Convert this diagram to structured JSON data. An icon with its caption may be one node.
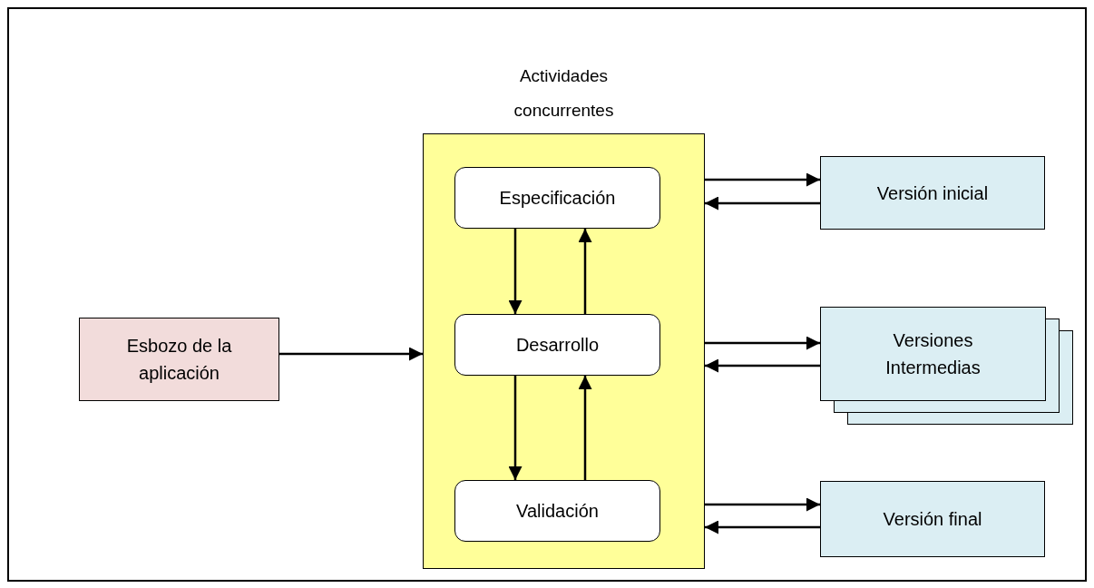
{
  "diagram": {
    "nodes": [
      {
        "text": [
          "Actividades concurrentes"
        ]
      },
      {
        "text": [
          "Especificación"
        ],
        "in": 0
      },
      {
        "text": [
          "Desarrollo"
        ],
        "in": 0
      },
      {
        "text": [
          "Validación"
        ],
        "in": 0
      },
      {
        "text": [
          "Esbozo de la aplicación"
        ]
      },
      {
        "text": [
          "Versión inicial"
        ]
      },
      {
        "text": [
          "Versiones Intermedias"
        ]
      },
      {
        "text": [
          "Versión final"
        ]
      }
    ],
    "edges": [
      {
        "from": 4,
        "to": 0,
        "arrow": "to"
      },
      {
        "from": 1,
        "to": 2,
        "arrow": "to"
      },
      {
        "from": 2,
        "to": 1,
        "arrow": "to"
      },
      {
        "from": 2,
        "to": 3,
        "arrow": "to"
      },
      {
        "from": 3,
        "to": 2,
        "arrow": "to"
      },
      {
        "from": 0,
        "to": 5,
        "arrow": "to"
      },
      {
        "from": 5,
        "to": 0,
        "arrow": "to"
      },
      {
        "from": 0,
        "to": 6,
        "arrow": "to"
      },
      {
        "from": 6,
        "to": 0,
        "arrow": "to"
      },
      {
        "from": 0,
        "to": 7,
        "arrow": "to"
      },
      {
        "from": 7,
        "to": 0,
        "arrow": "to"
      }
    ]
  }
}
